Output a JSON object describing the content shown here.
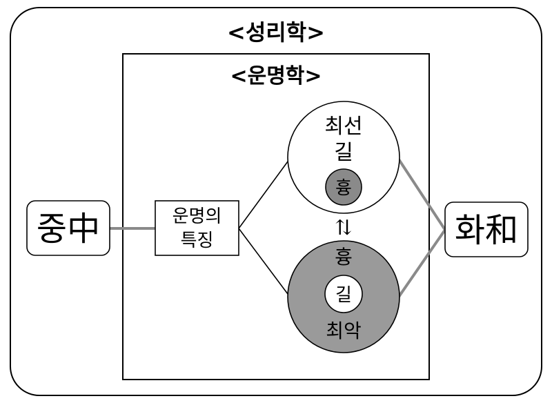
{
  "outer_title": "<성리학>",
  "inner_title": "<운명학>",
  "left_node": "중中",
  "right_node": "화和",
  "center_box": {
    "line1": "운명의",
    "line2": "특징"
  },
  "top_circle": {
    "line1": "최선",
    "line2": "길",
    "inner": "흉"
  },
  "bottom_circle": {
    "top": "흉",
    "inner": "길",
    "bottom": "최악"
  },
  "arrow_symbol": "⇅",
  "colors": {
    "line": "#000000",
    "connector": "#8a8a8a",
    "dark_fill": "#9a9a9a",
    "background": "#ffffff"
  }
}
